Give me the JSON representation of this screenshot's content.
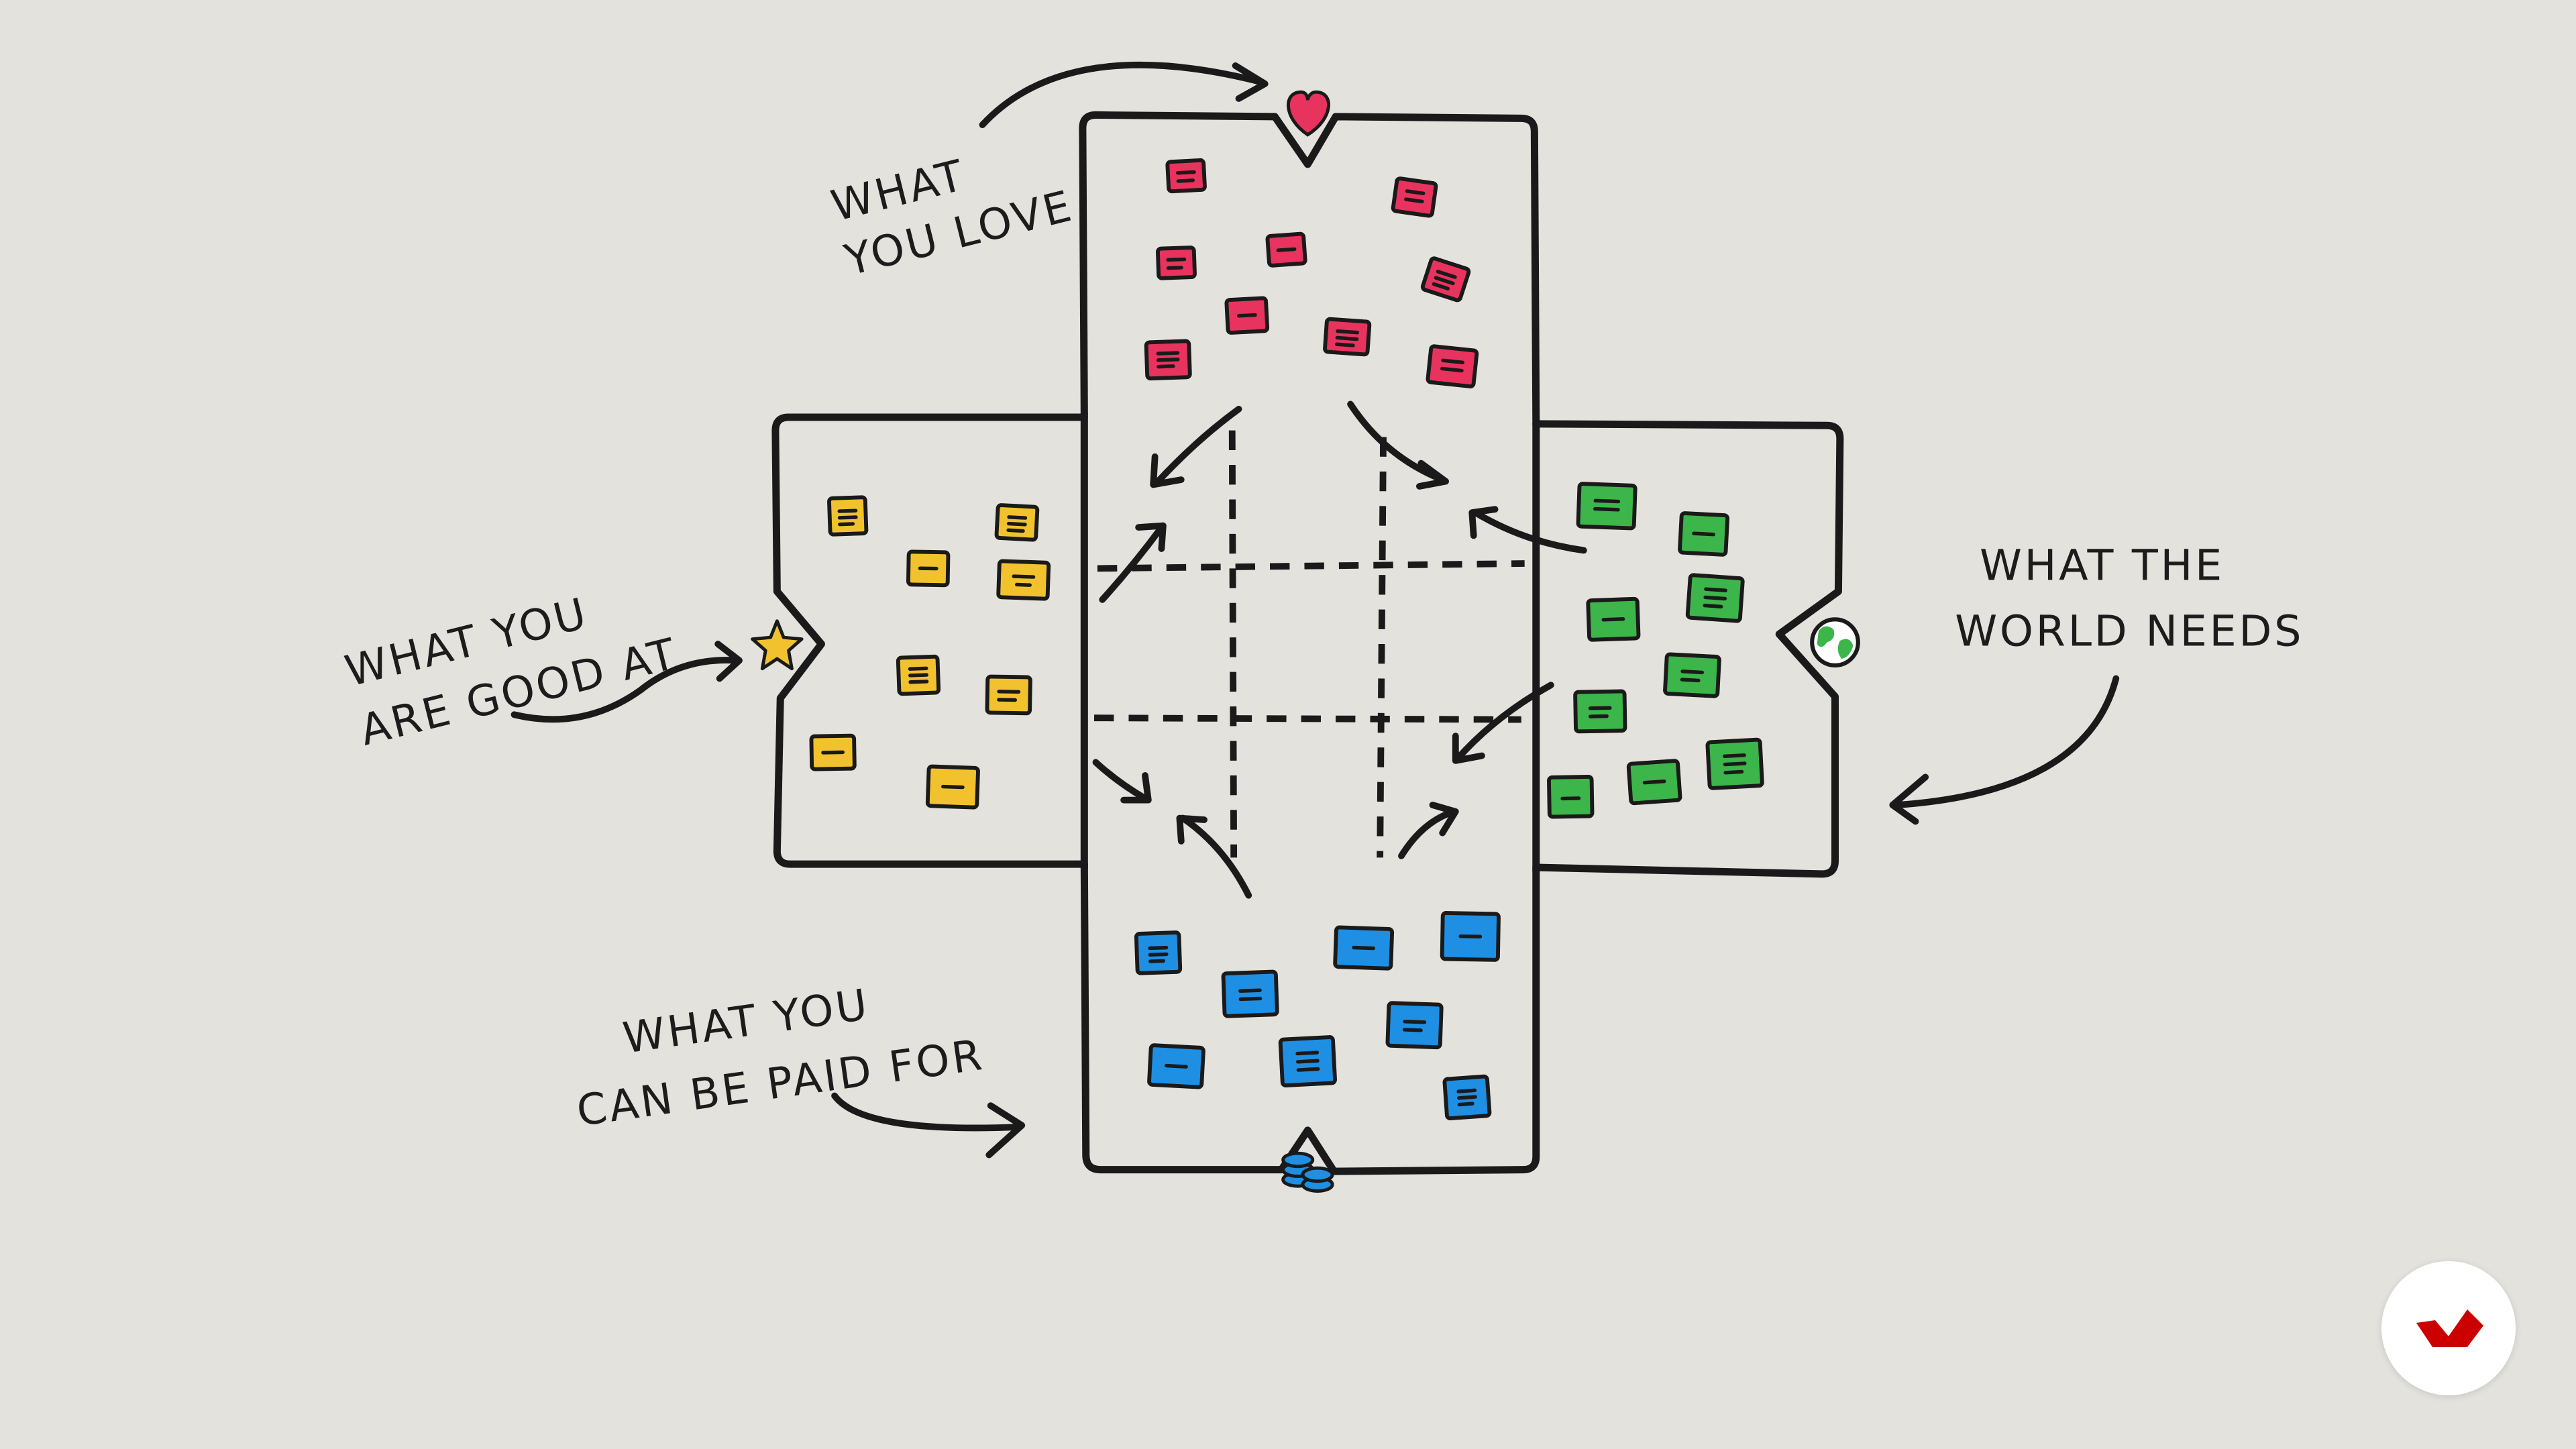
{
  "labels": {
    "love": [
      "WHAT",
      "YOU LOVE"
    ],
    "good_at": [
      "WHAT YOU",
      "ARE GOOD AT"
    ],
    "world_needs": [
      "WHAT THE",
      "WORLD NEEDS"
    ],
    "paid_for": [
      "WHAT YOU",
      "CAN BE PAID FOR"
    ]
  },
  "colors": {
    "background": "#e3e2dd",
    "love": "#e8335f",
    "good_at": "#f2c22e",
    "world_needs": "#3cb54a",
    "paid_for": "#1f8fe3",
    "logo": "#cc0000"
  },
  "icons": {
    "love": "heart-icon",
    "good_at": "star-icon",
    "world_needs": "globe-icon",
    "paid_for": "coins-icon",
    "brand": "brand-logo"
  }
}
